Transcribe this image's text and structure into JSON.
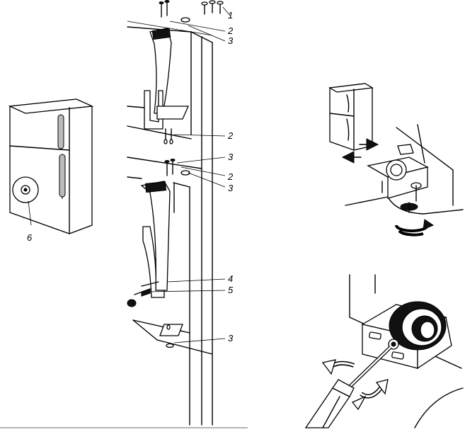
{
  "callouts": {
    "one": "1",
    "two_top": "2",
    "three_top": "3",
    "two_mid": "2",
    "three_mid_a": "3",
    "two_mid_b": "2",
    "three_mid_b": "3",
    "four": "4",
    "five": "5",
    "three_bottom": "3",
    "six": "6"
  }
}
